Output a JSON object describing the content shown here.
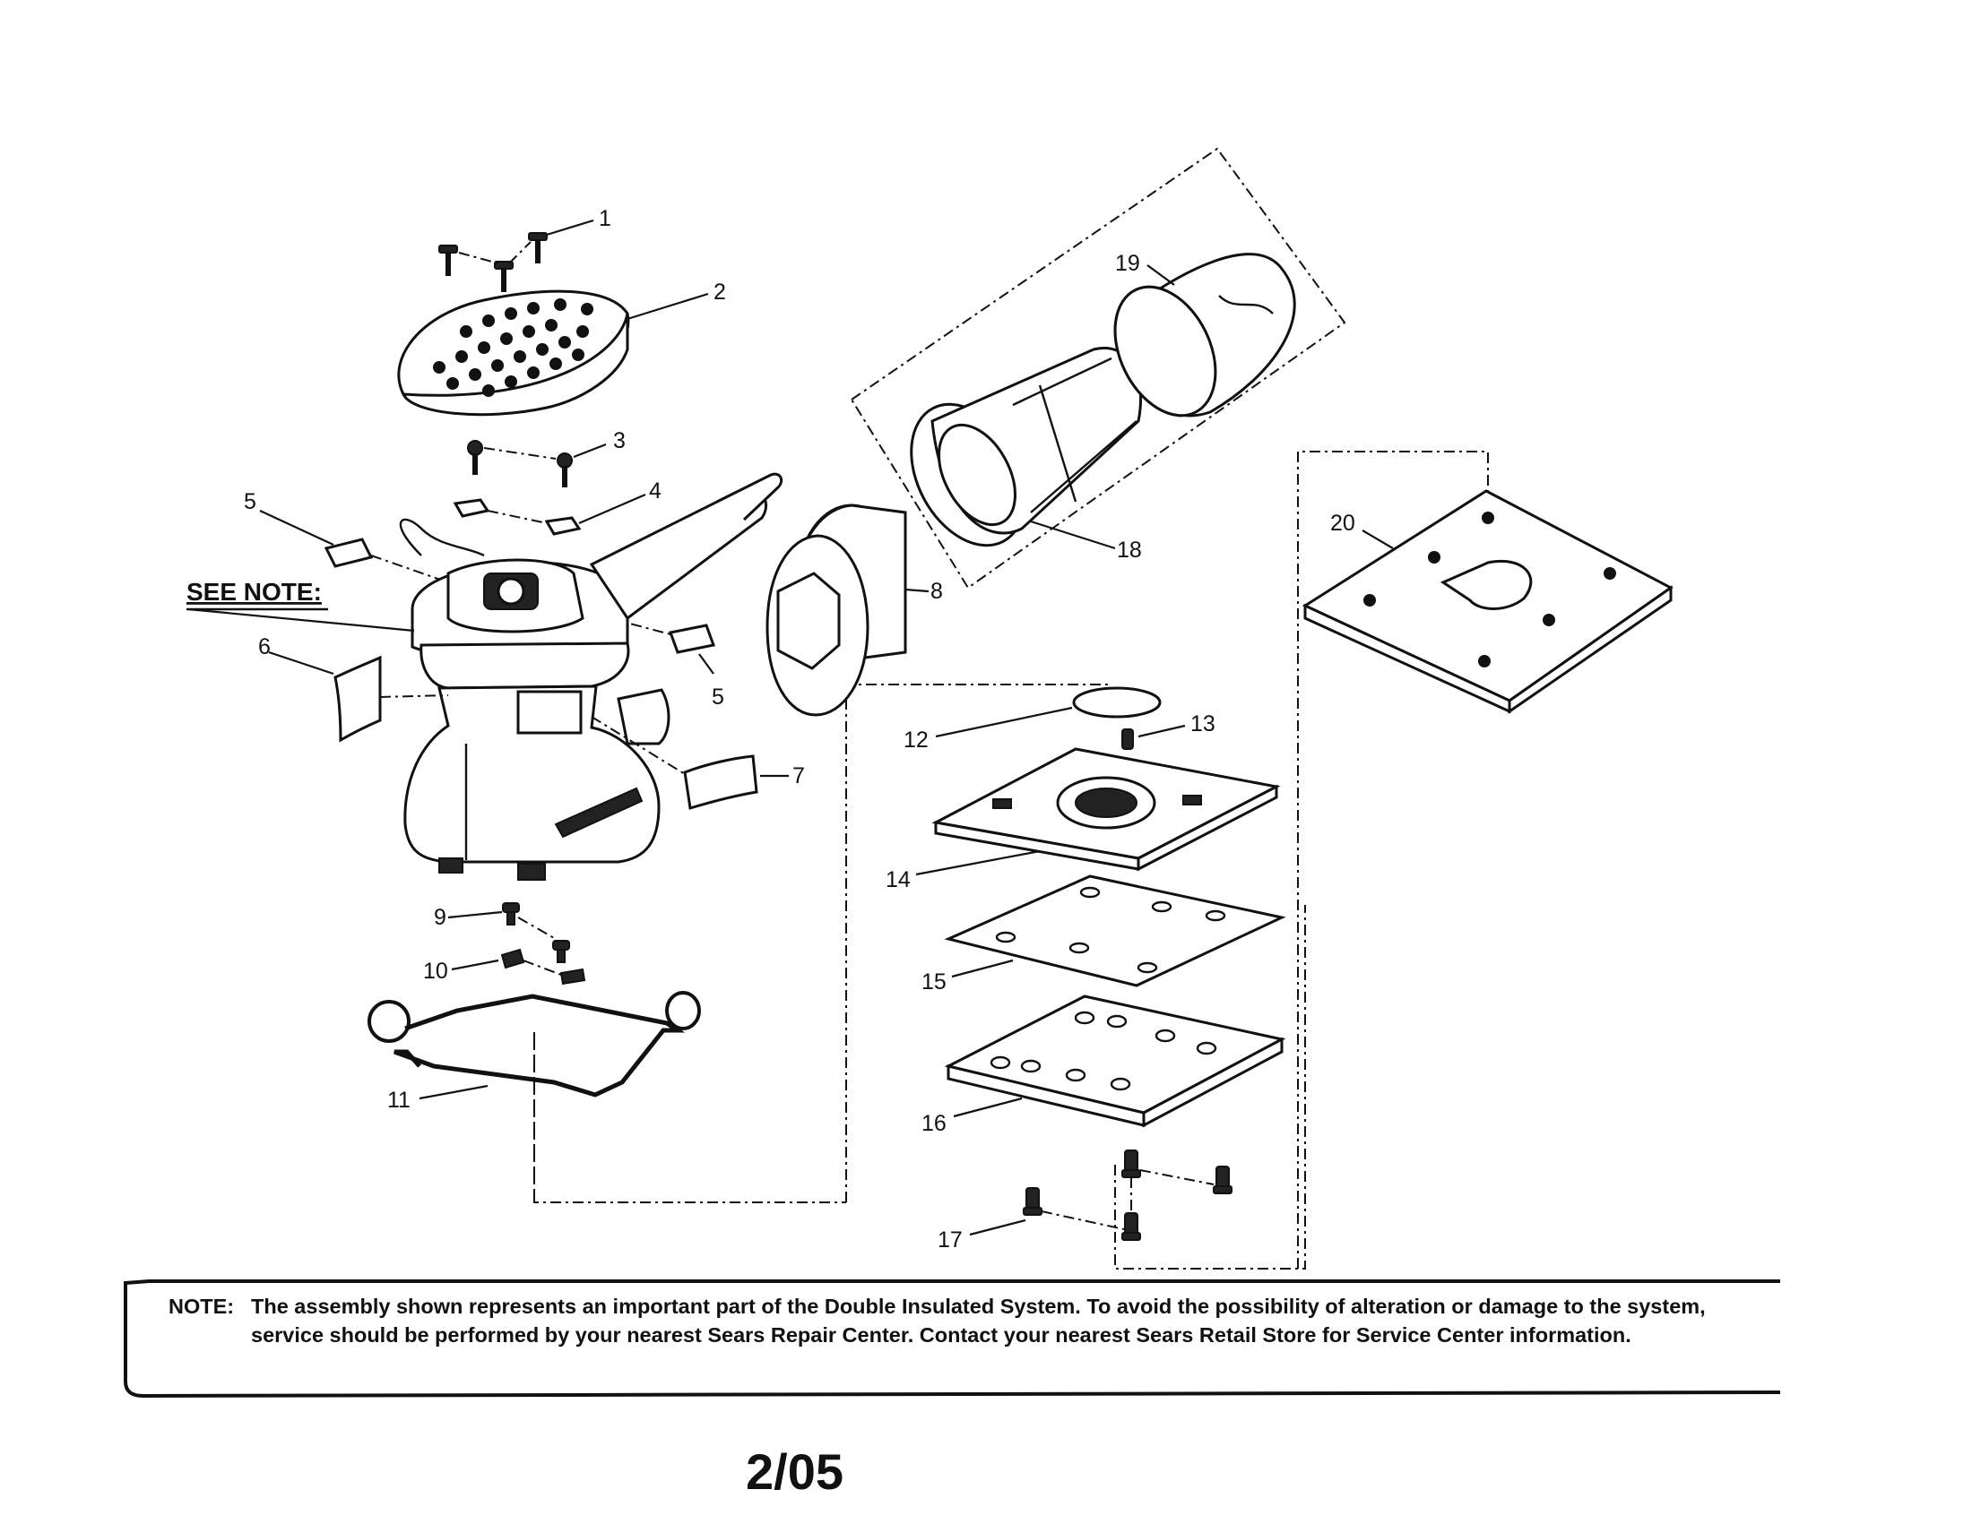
{
  "diagram": {
    "callouts": [
      "1",
      "2",
      "3",
      "4",
      "5",
      "5",
      "6",
      "7",
      "8",
      "9",
      "10",
      "11",
      "12",
      "13",
      "14",
      "15",
      "16",
      "17",
      "18",
      "19",
      "20"
    ],
    "see_note_label": "SEE NOTE:"
  },
  "note": {
    "heading": "NOTE:",
    "text": "The assembly shown represents an important part of the Double Insulated System. To avoid the possibility of alteration or damage to the system, service should be performed by your nearest Sears Repair Center. Contact your nearest Sears Retail Store for Service Center information."
  },
  "page_number": "2/05"
}
